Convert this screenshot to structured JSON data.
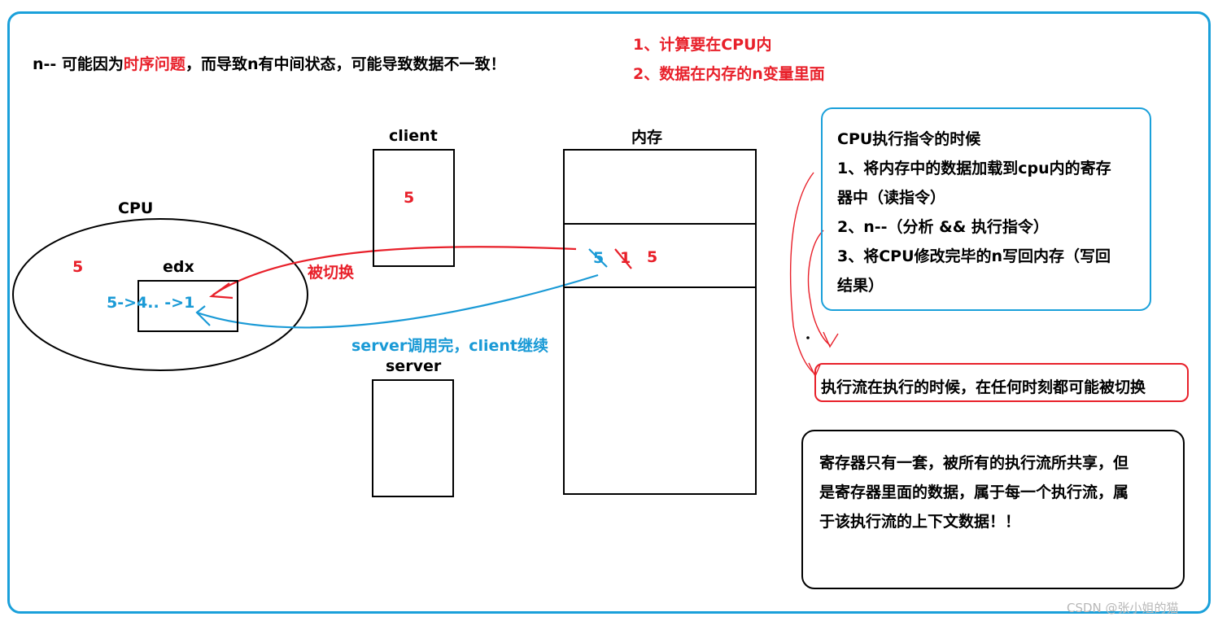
{
  "title_line": {
    "prefix": "n-- 可能因为",
    "highlight": "时序问题",
    "suffix": "，而导致n有中间状态，可能导致数据不一致！"
  },
  "top_notes": [
    "1、计算要在CPU内",
    "2、数据在内存的n变量里面"
  ],
  "cpu": {
    "label": "CPU",
    "value": "5",
    "register_label": "edx",
    "register_value": "5->4.. ->1"
  },
  "client": {
    "label": "client",
    "value": "5"
  },
  "server": {
    "label": "server"
  },
  "memory": {
    "label": "内存",
    "cell_values": [
      "5",
      "1",
      "5"
    ]
  },
  "arrows": {
    "switch_label": "被切换",
    "resume_label": "server调用完，client继续"
  },
  "cpu_note": {
    "lines": [
      "CPU执行指令的时候",
      "1、将内存中的数据加载到cpu内的寄存",
      "器中（读指令）",
      "2、n--（分析 && 执行指令）",
      "3、将CPU修改完毕的n写回内存（写回",
      "结果）"
    ]
  },
  "switch_note": "执行流在执行的时候，在任何时刻都可能被切换",
  "register_note": {
    "lines": [
      "寄存器只有一套，被所有的执行流所共享，但",
      "是寄存器里面的数据，属于每一个执行流，属",
      "于该执行流的上下文数据！！"
    ]
  },
  "watermark": "CSDN @张小姐的猫",
  "colors": {
    "frame": "#1aa0da",
    "red": "#e8202a",
    "blue": "#1a9ad6",
    "black": "#000000"
  }
}
